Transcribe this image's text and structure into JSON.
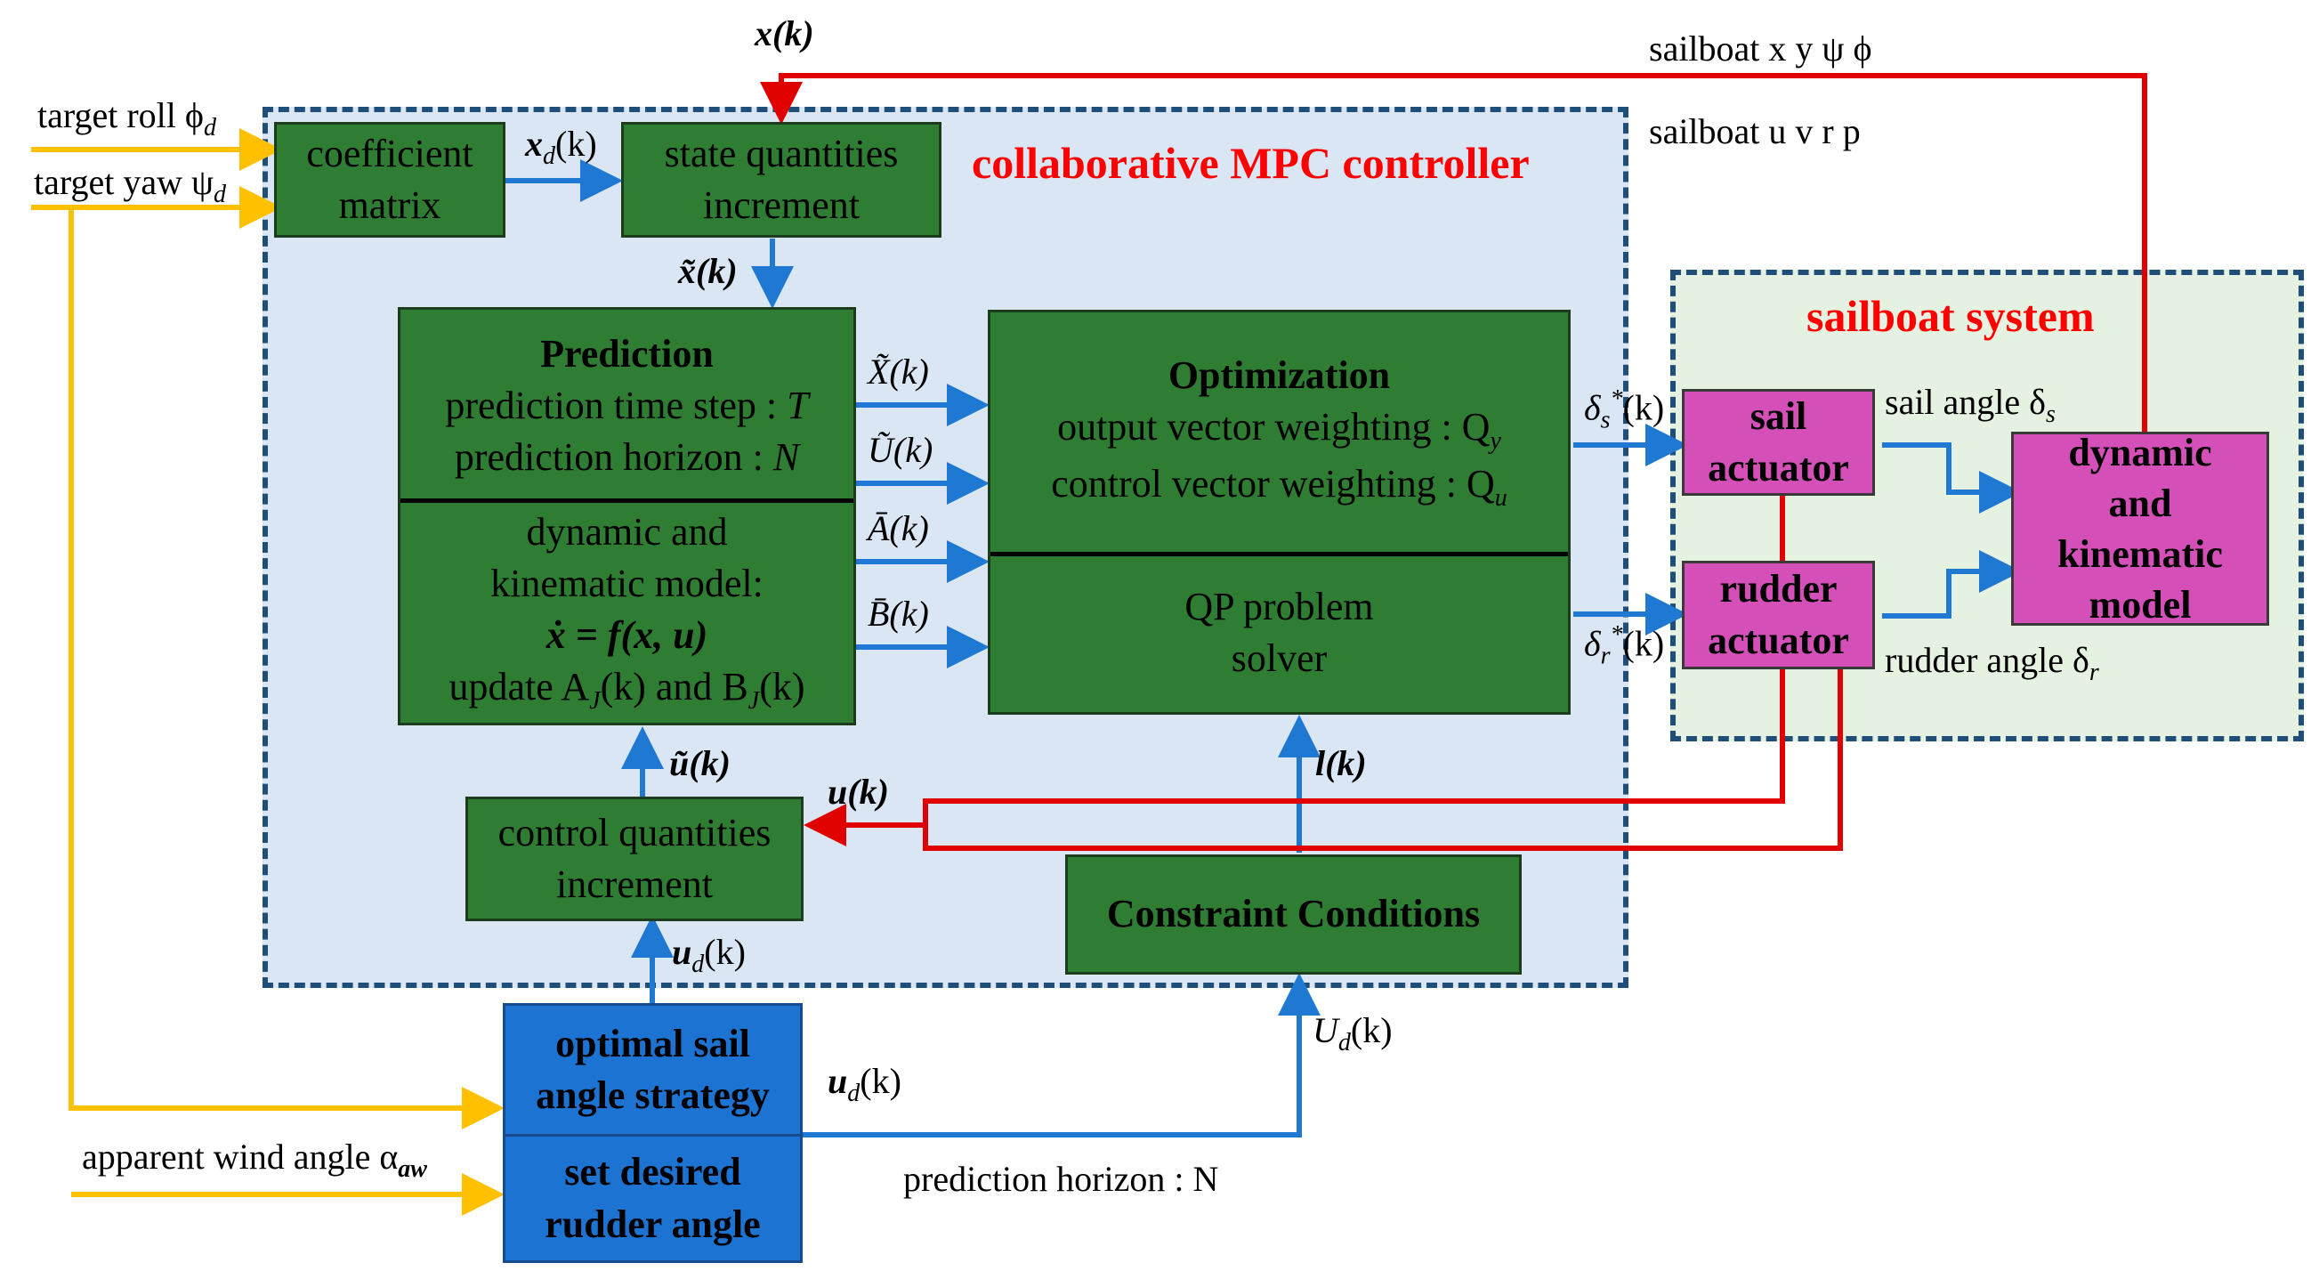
{
  "colors": {
    "signal_blue": "#1f78d1",
    "feedback_red": "#e00000",
    "input_yellow": "#ffc000",
    "block_green": "#2f7d32",
    "block_magenta": "#d450b8",
    "block_blue": "#1c73d2",
    "mpc_region_fill": "#dae6f4",
    "sailboat_region_fill": "#e6f2e1",
    "title_red": "#ff0000"
  },
  "regions": {
    "mpc_title": "collaborative MPC controller",
    "sailboat_title": "sailboat system"
  },
  "inputs": {
    "target_roll": "target roll ϕ",
    "target_roll_sub": "d",
    "target_yaw": "target yaw ψ",
    "target_yaw_sub": "d",
    "apparent_wind": "apparent wind angle α",
    "apparent_wind_sub": "aw"
  },
  "blocks": {
    "coefficient_matrix": [
      "coefficient",
      "matrix"
    ],
    "state_increment": [
      "state quantities",
      "increment"
    ],
    "prediction": {
      "title": "Prediction",
      "step_label": "prediction time step : ",
      "step_symbol": "T",
      "horizon_label": "prediction horizon : ",
      "horizon_symbol": "N",
      "model_line1": "dynamic and",
      "model_line2": "kinematic model:",
      "equation": "ẋ = f(x, u)",
      "update_prefix": "update A",
      "update_sub_a": "J",
      "update_mid": "(k) and B",
      "update_sub_b": "J",
      "update_suffix": "(k)"
    },
    "optimization": {
      "title": "Optimization",
      "output_label": "output vector weighting : Q",
      "output_sub": "y",
      "control_label": "control vector weighting : Q",
      "control_sub": "u",
      "solver_line1": "QP problem",
      "solver_line2": "solver"
    },
    "control_increment": [
      "control quantities",
      "increment"
    ],
    "constraint": "Constraint Conditions",
    "optimal_sail": [
      "optimal sail",
      "angle strategy"
    ],
    "desired_rudder": [
      "set desired",
      "rudder angle"
    ],
    "sail_actuator": [
      "sail",
      "actuator"
    ],
    "rudder_actuator": [
      "rudder",
      "actuator"
    ],
    "dynamic_model": [
      "dynamic",
      "and",
      "kinematic",
      "model"
    ]
  },
  "signals": {
    "x_k": "x(k)",
    "xd_k": "x",
    "xd_sub": "d",
    "k_suffix": "(k)",
    "x_tilde_k": "x̃(k)",
    "X_tilde_k": "X̃(k)",
    "U_tilde_k": "Ũ(k)",
    "A_bar_k": "Ā(k)",
    "B_bar_k": "B̄(k)",
    "u_tilde_k": "ũ(k)",
    "u_k": "u(k)",
    "l_k": "l(k)",
    "ud_k_top": "u",
    "ud_k_right": "u",
    "ud_sub": "d",
    "Ud_k": "U",
    "Ud_sub": "d",
    "delta_s_star": "δ",
    "delta_s_sub": "s",
    "delta_r_star": "δ",
    "delta_r_sub": "r",
    "star": "*",
    "sail_angle": "sail angle δ",
    "sail_angle_sub": "s",
    "rudder_angle": "rudder angle δ",
    "rudder_angle_sub": "r",
    "sailboat_pose": "sailboat x y ψ ϕ",
    "sailboat_vel": "sailboat u v r p",
    "prediction_horizon": "prediction horizon : N"
  }
}
